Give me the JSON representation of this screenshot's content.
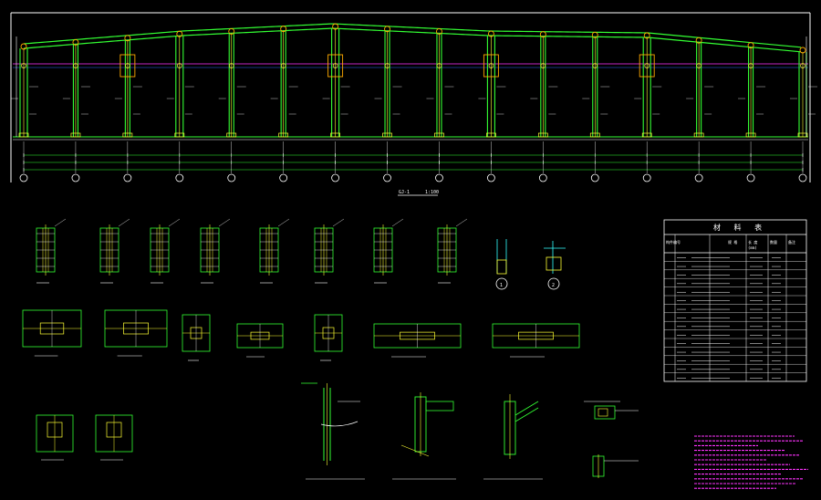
{
  "drawing": {
    "main_elevation_label": "GJ-1",
    "main_elevation_scale": "1:100",
    "column_count": 16,
    "detail_labels": [
      "1",
      "2"
    ],
    "material_table": {
      "title": "材 料 表",
      "headers": [
        "构件编号",
        "规 格",
        "长 度\n(mm)",
        "数量",
        "备注"
      ],
      "row_count": 15
    },
    "colors": {
      "background": "#000000",
      "frame": "#33ff33",
      "column_core": "#ffff33",
      "purlin_line": "#ff33ff",
      "node_marker": "#ffaa00",
      "text": "#ffffff",
      "notes": "#ff33ff"
    }
  }
}
